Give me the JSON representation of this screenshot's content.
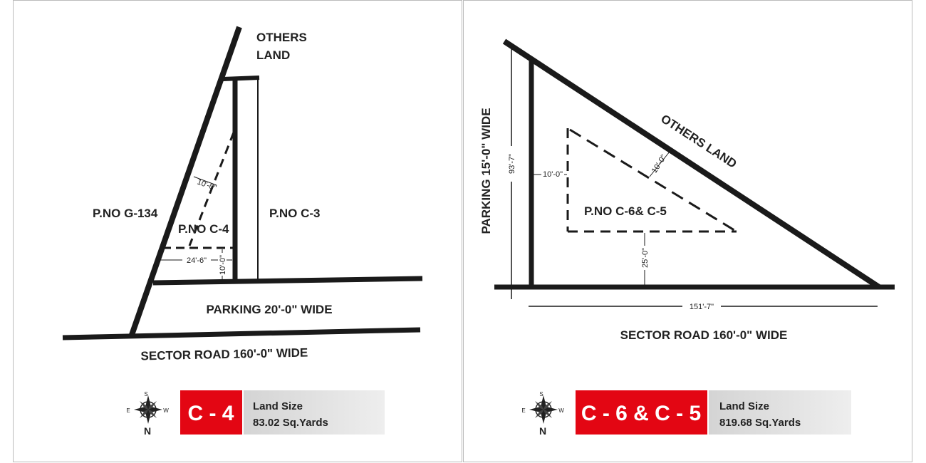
{
  "left": {
    "others_land": [
      "OTHERS",
      "LAND"
    ],
    "plot_left": "P.NO G-134",
    "plot_main": "P.NO C-4",
    "plot_right": "P.NO C-3",
    "parking": "PARKING 20'-0\" WIDE",
    "road": "SECTOR ROAD 160'-0\" WIDE",
    "dims": {
      "setback_side": "10'-0\"",
      "width": "24'-6\"",
      "setback_front": "10'-0\""
    },
    "compass": {
      "n": "N",
      "s": "S",
      "e": "E",
      "w": "W"
    },
    "plot_id": "C - 4",
    "size_label": "Land Size",
    "size_value": "83.02 Sq.Yards"
  },
  "right": {
    "others_land": "OTHERS LAND",
    "parking": "PARKING 15'-0\" WIDE",
    "plot_main": "P.NO C-6& C-5",
    "road": "SECTOR ROAD 160'-0\" WIDE",
    "dims": {
      "height": "93'-7\"",
      "length": "151'-7\"",
      "setback_side": "10'-0\"",
      "setback_diag": "10'-0\"",
      "setback_front": "25'-0\""
    },
    "compass": {
      "n": "N",
      "s": "S",
      "e": "E",
      "w": "W"
    },
    "plot_id": "C - 6 & C - 5",
    "size_label": "Land Size",
    "size_value": "819.68 Sq.Yards"
  },
  "colors": {
    "accent": "#e30613",
    "line": "#1a1a1a",
    "panel_border": "#bbbbbb"
  }
}
